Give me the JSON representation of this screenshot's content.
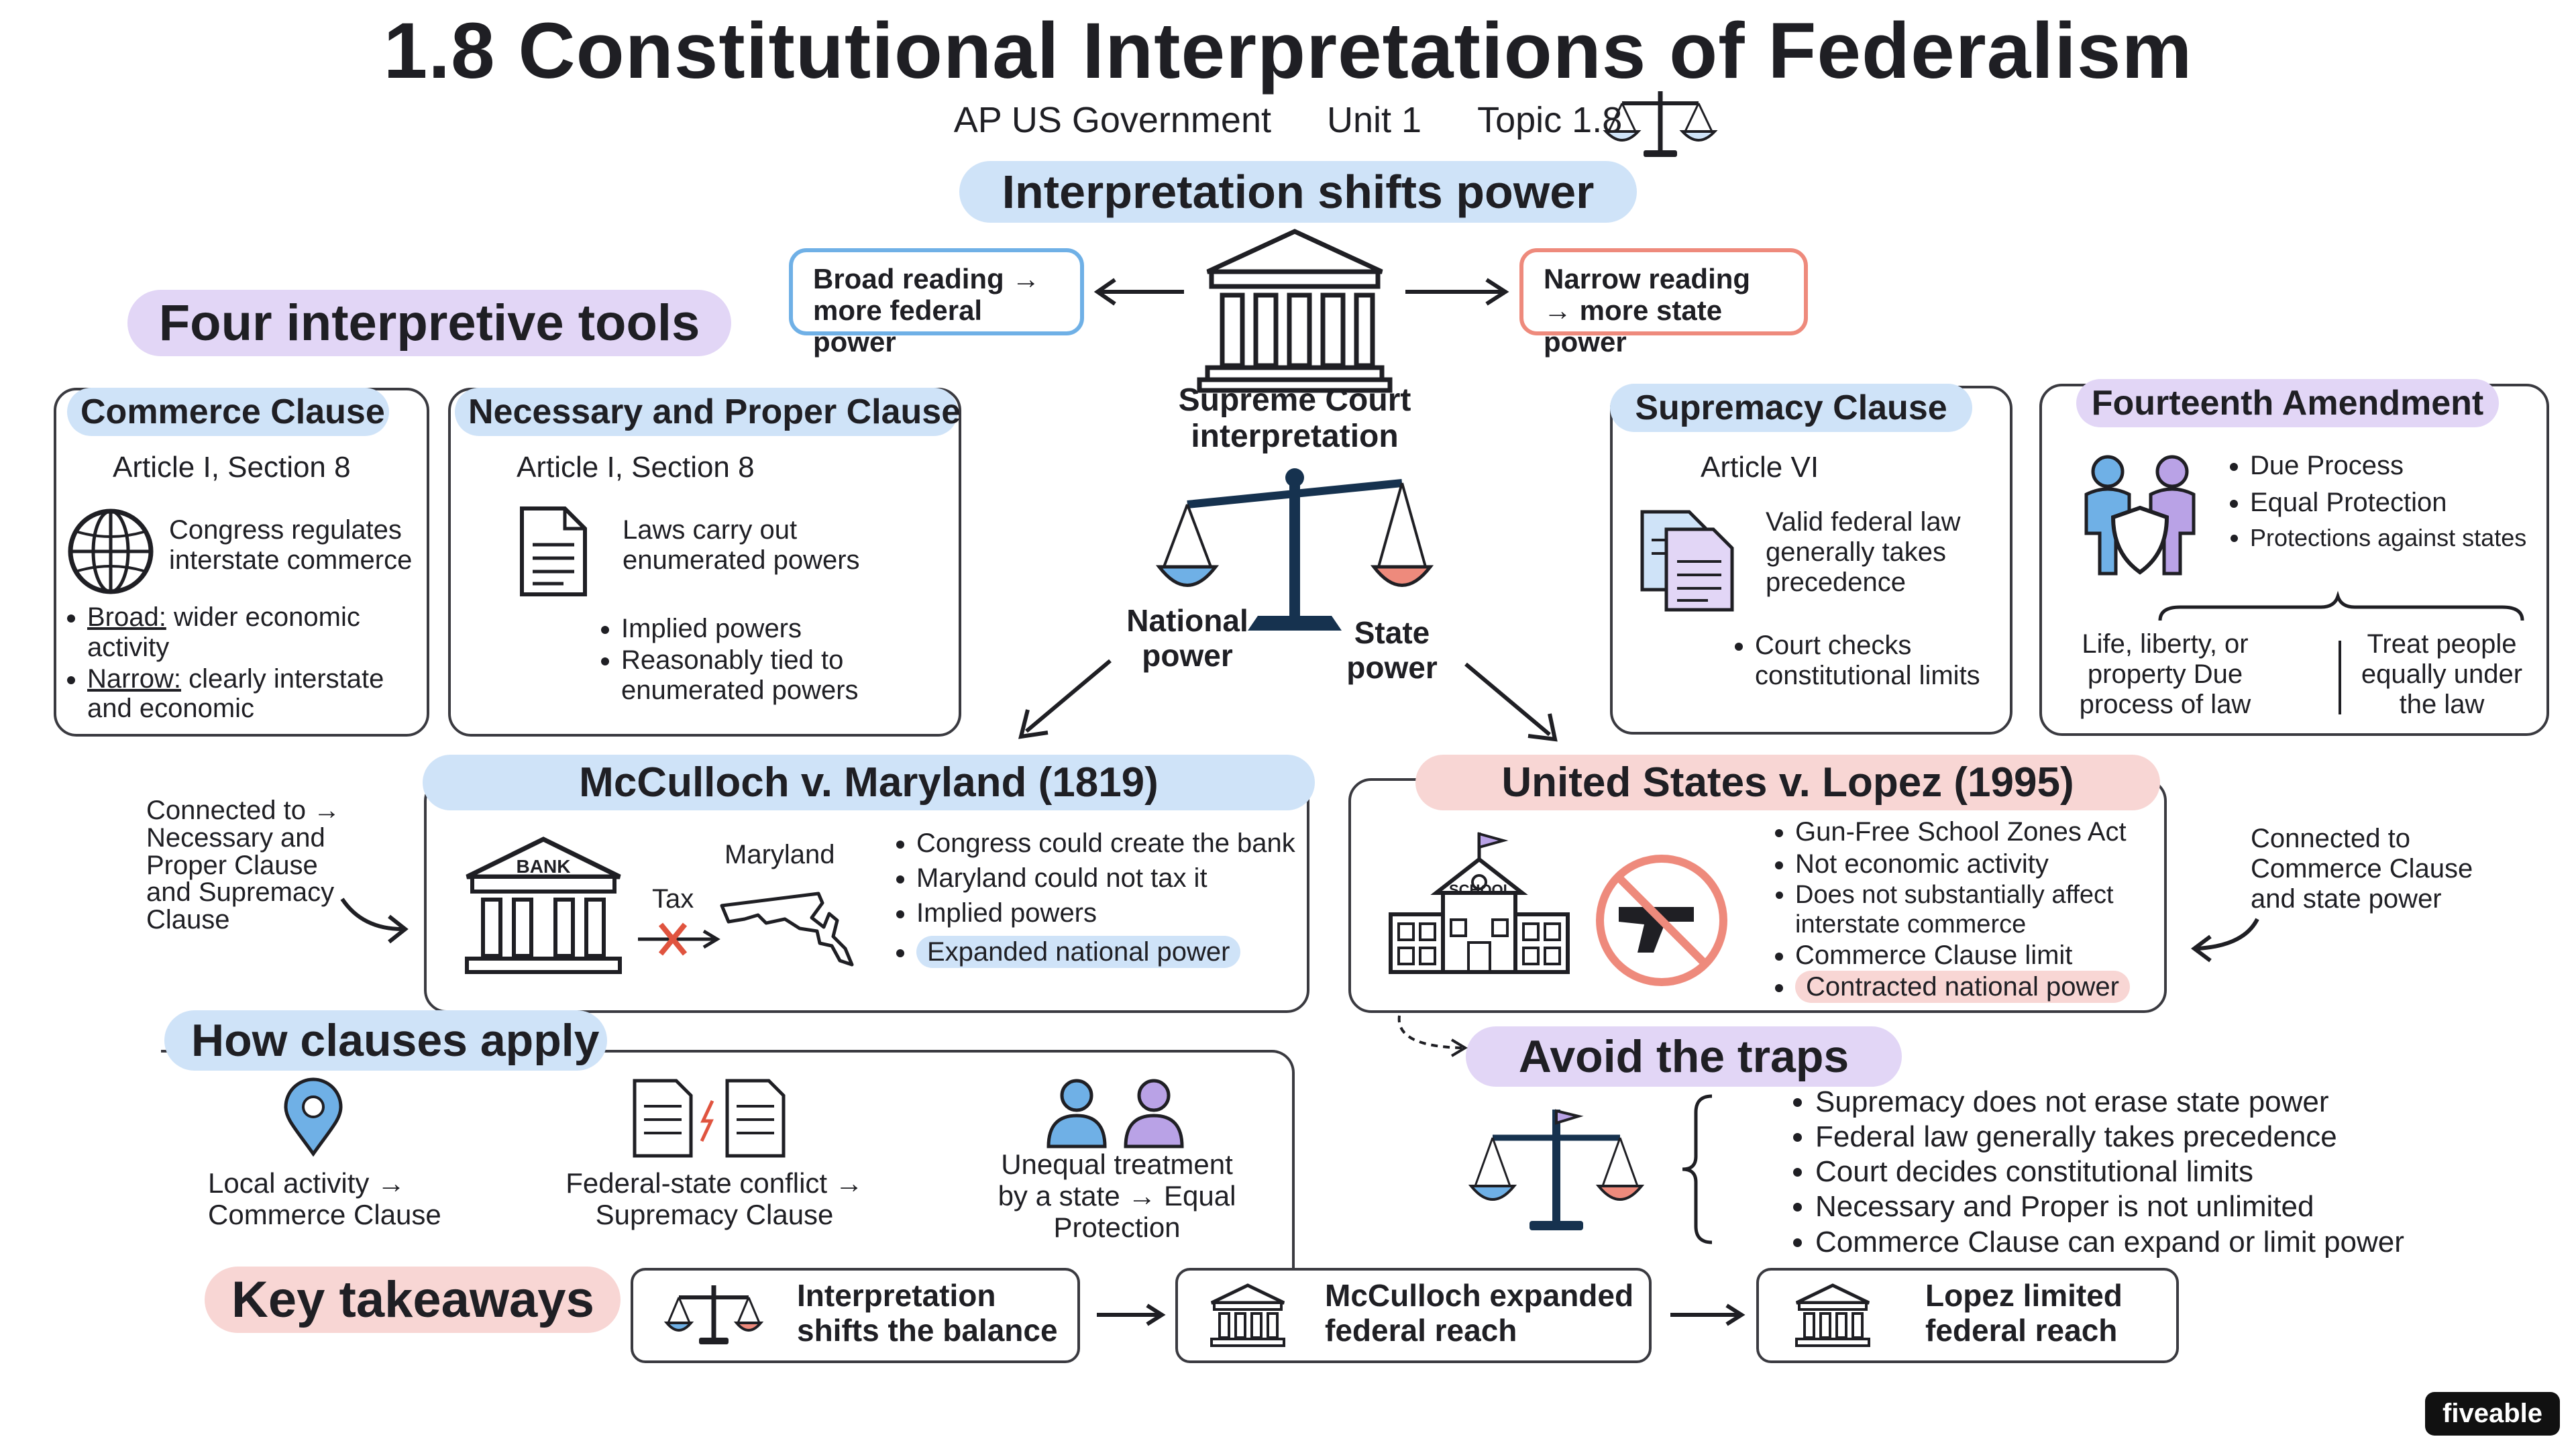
{
  "header": {
    "title": "1.8 Constitutional Interpretations of Federalism",
    "course": "AP US Government",
    "unit": "Unit 1",
    "topic": "Topic 1.8"
  },
  "center": {
    "heading": "Interpretation shifts power",
    "broad": "Broad reading → more federal power",
    "narrow": "Narrow reading → more state power",
    "court_label": "Supreme Court interpretation",
    "national": "National power",
    "state": "State power"
  },
  "tools": {
    "heading": "Four interpretive tools",
    "commerce": {
      "title": "Commerce Clause",
      "source": "Article I, Section 8",
      "desc": "Congress regulates interstate commerce",
      "bullet1_label": "Broad:",
      "bullet1_text": " wider economic activity",
      "bullet2_label": "Narrow:",
      "bullet2_text": " clearly interstate and economic"
    },
    "necessary": {
      "title": "Necessary and Proper Clause",
      "source": "Article I, Section 8",
      "desc": "Laws carry out enumerated powers",
      "bullets": [
        "Implied powers",
        "Reasonably tied to enumerated powers"
      ]
    },
    "supremacy": {
      "title": "Supremacy Clause",
      "source": "Article VI",
      "desc": "Valid federal law generally takes precedence",
      "bullets": [
        "Court checks constitutional limits"
      ]
    },
    "fourteenth": {
      "title": "Fourteenth Amendment",
      "bullets": [
        "Due Process",
        "Equal Protection",
        "Protections against states"
      ],
      "left": "Life, liberty, or property Due process of law",
      "right": "Treat people equally under the law"
    }
  },
  "mcculloch": {
    "title": "McCulloch v. Maryland (1819)",
    "connected": "Connected to → Necessary and Proper Clause and Supremacy Clause",
    "bank": "BANK",
    "tax": "Tax",
    "state": "Maryland",
    "bullets": [
      "Congress could create the bank",
      "Maryland could not tax it",
      "Implied powers"
    ],
    "highlight": "Expanded national power"
  },
  "lopez": {
    "title": "United States v. Lopez (1995)",
    "school": "SCHOOL",
    "bullets": [
      "Gun-Free School Zones Act",
      "Not economic activity",
      "Does not substantially affect interstate commerce",
      "Commerce Clause limit"
    ],
    "highlight": "Contracted national power",
    "connected": "Connected to Commerce Clause and state power"
  },
  "apply": {
    "heading": "How clauses apply",
    "items": [
      "Local activity → Commerce Clause",
      "Federal-state conflict → Supremacy Clause",
      "Unequal treatment by a state → Equal Protection"
    ]
  },
  "traps": {
    "heading": "Avoid the traps",
    "items": [
      "Supremacy does not erase state power",
      "Federal law generally takes precedence",
      "Court decides constitutional limits",
      "Necessary and Proper is not unlimited",
      "Commerce Clause can expand or limit power"
    ]
  },
  "takeaways": {
    "heading": "Key takeaways",
    "items": [
      "Interpretation shifts the balance",
      "McCulloch expanded federal reach",
      "Lopez limited federal reach"
    ]
  },
  "brand": "fiveable",
  "colors": {
    "blue": "#6fb0e6",
    "pink": "#ee8a7c",
    "purple": "#b9a2e6",
    "ink": "#1f1f24"
  }
}
